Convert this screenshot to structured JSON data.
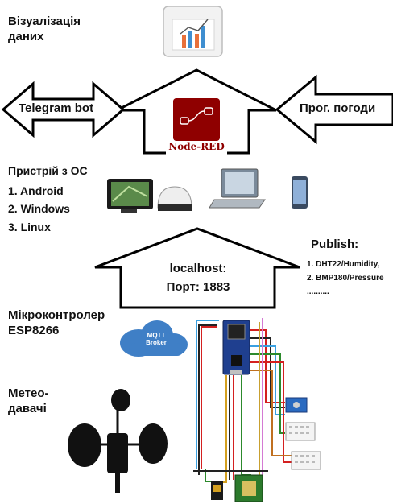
{
  "visualization": {
    "line1": "Візуалізація",
    "line2": "даних"
  },
  "left_arrow": {
    "label": "Telegram bot"
  },
  "right_arrow": {
    "label": "Прог. погоди"
  },
  "nodered": {
    "label": "Node-RED"
  },
  "devices": {
    "title": "Пристрій з ОС",
    "items": [
      "1. Android",
      "2. Windows",
      "3. Linux"
    ]
  },
  "up_arrow": {
    "line1": "localhost:",
    "line2": "Порт: 1883"
  },
  "publish": {
    "title": "Publish:",
    "items": [
      "1. DHT22/Humidity,",
      "2. BMP180/Pressure"
    ],
    "ellipsis": ".........."
  },
  "microcontroller": {
    "line1": "Мікроконтролер",
    "line2": "ESP8266"
  },
  "mqtt": {
    "line1": "MQTT",
    "line2": "Broker"
  },
  "sensors": {
    "line1": "Метео-",
    "line2": "давачі"
  },
  "colors": {
    "nodered_red": "#8f0000",
    "mqtt_blue": "#3f7fc6",
    "wire_red": "#d42020"
  }
}
